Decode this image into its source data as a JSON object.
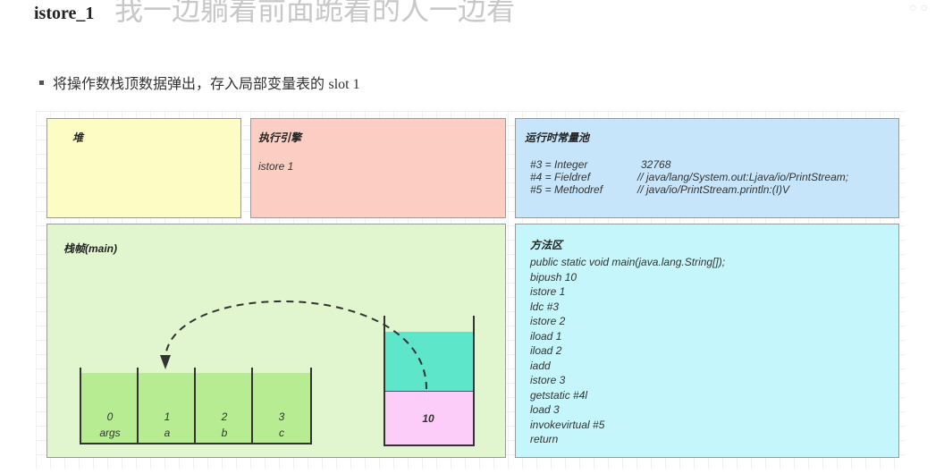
{
  "heading": {
    "title": "istore_1",
    "overlay": "我一边躺着前面跪着的人一边看"
  },
  "bullet": {
    "text": "将操作数栈顶数据弹出，存入局部变量表的",
    "slot": "slot 1"
  },
  "panels": {
    "heap": {
      "title": "堆"
    },
    "engine": {
      "title": "执行引擎",
      "instruction": "istore 1"
    },
    "pool": {
      "title": "运行时常量池",
      "entries": [
        {
          "ref": "#3 = Integer",
          "value": "32768"
        },
        {
          "ref": "#4 = Fieldref",
          "value": "// java/lang/System.out:Ljava/io/PrintStream;"
        },
        {
          "ref": "#5 = Methodref",
          "value": "// java/io/PrintStream.println:(I)V"
        }
      ]
    },
    "frame": {
      "title": "栈帧(main)"
    },
    "method": {
      "title": "方法区",
      "lines": [
        "public static void main(java.lang.String[]);",
        "bipush 10",
        "istore 1",
        "ldc #3",
        "istore 2",
        "iload 1",
        "iload 2",
        "iadd",
        "istore 3",
        "getstatic #4l",
        "load 3",
        "invokevirtual #5",
        "return"
      ]
    }
  },
  "local_vars": [
    {
      "index": "0",
      "name": "args"
    },
    {
      "index": "1",
      "name": "a"
    },
    {
      "index": "2",
      "name": "b"
    },
    {
      "index": "3",
      "name": "c"
    }
  ],
  "operand_stack": {
    "top_value": "10"
  },
  "colors": {
    "heap": "#fdfcc4",
    "engine": "#fccdc3",
    "pool": "#c6e5fb",
    "frame": "#e1f6cf",
    "method": "#c4f6fb",
    "slot_fill": "#b8ec93",
    "stack_teal": "#5ee6cb",
    "stack_pink": "#fbcdf8"
  }
}
